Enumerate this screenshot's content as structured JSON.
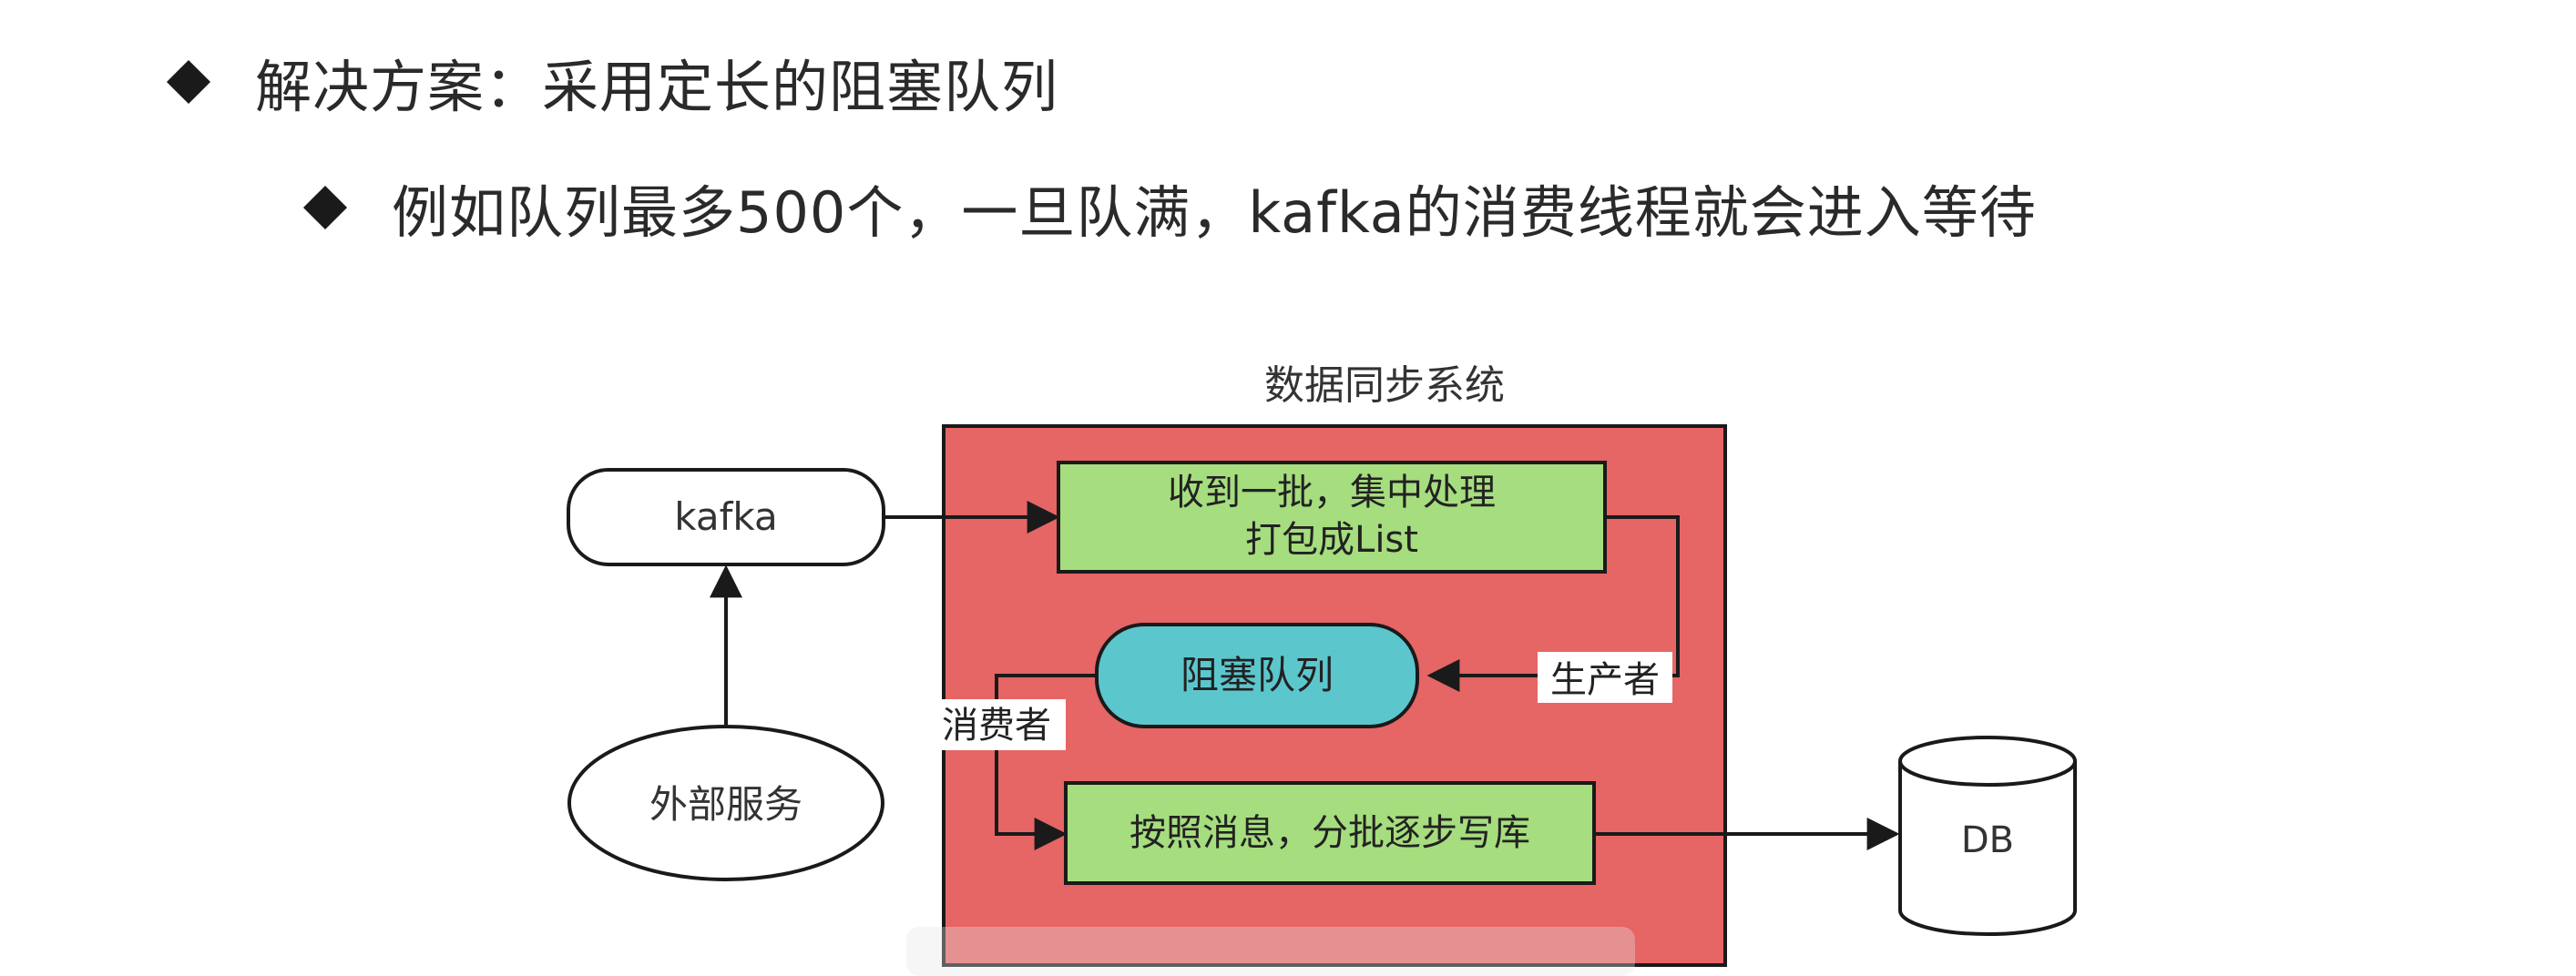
{
  "bullets": {
    "level1": "解决方案：采用定长的阻塞队列",
    "level2": "例如队列最多500个，一旦队满，kafka的消费线程就会进入等待"
  },
  "diagram": {
    "system_title": "数据同步系统",
    "kafka_label": "kafka",
    "external_service_label": "外部服务",
    "batch_box_line1": "收到一批，集中处理",
    "batch_box_line2": "打包成List",
    "queue_label": "阻塞队列",
    "producer_label": "生产者",
    "consumer_label": "消费者",
    "write_box_label": "按照消息，分批逐步写库",
    "db_label": "DB"
  },
  "colors": {
    "system_fill": "#e66565",
    "process_fill": "#a6dd7e",
    "queue_fill": "#5cc6cd",
    "line": "#1a1a1a"
  }
}
